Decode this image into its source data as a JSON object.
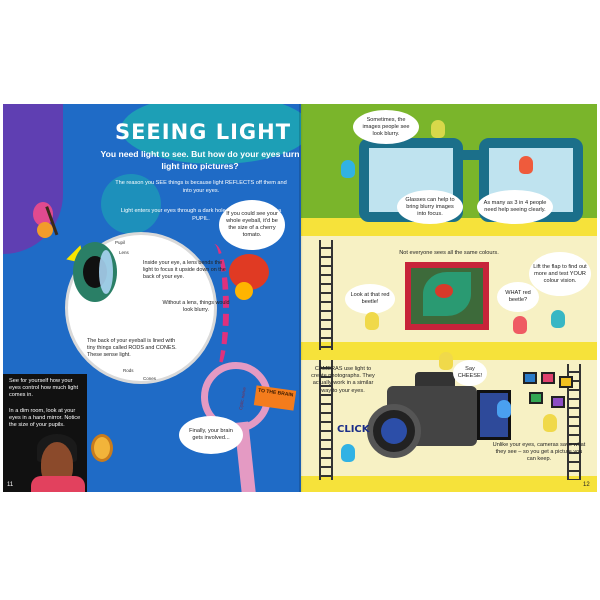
{
  "left_page": {
    "title": "SEEING LIGHT",
    "intro": "You need light to see. But how do your eyes turn light into pictures?",
    "para1": "The reason you SEE things is because light REFLECTS off them and into your eyes.",
    "para2": "Light enters your eyes through a dark hole in the middle, called a PUPIL.",
    "bubble_cherry": "If you could see your whole eyeball, it'd be the size of a cherry tomato.",
    "label_pupil": "Pupil",
    "label_lens": "Lens",
    "eye_text1": "Inside your eye, a lens bends the light to focus it upside down on the back of your eye.",
    "eye_text2": "Without a lens, things would look blurry.",
    "eye_text3": "The back of your eyeball is lined with tiny things called RODS and CONES. These sense light.",
    "label_rods": "Rods",
    "label_cones": "Cones",
    "optic_label": "Optic nerve",
    "brain_sign": "TO THE BRAIN",
    "bubble_brain": "Finally, your brain gets involved...",
    "side_text1": "See for yourself how your eyes control how much light comes in.",
    "side_text2": "In a dim room, look at your eyes in a hand mirror. Notice the size of your pupils.",
    "page_number": "11"
  },
  "right_page": {
    "bubble1": "Sometimes, the images people see look blurry.",
    "bubble2": "Glasses can help to bring blurry images into focus.",
    "bubble3": "As many as 3 in 4 people need help seeing clearly.",
    "banner": "Not everyone sees all the same colours.",
    "bubble4": "Look at that red beetle!",
    "bubble5": "WHAT red beetle?",
    "bubble6": "Lift the flap to find out more and test YOUR colour vision.",
    "cam_text": "CAMERAS use light to create photographs. They actually work in a similar way to your eyes.",
    "bubble7": "Say CHEESE!",
    "click": "CLICK",
    "cam_text2": "Unlike your eyes, cameras save what they see – so you get a picture you can keep.",
    "page_number": "12"
  }
}
